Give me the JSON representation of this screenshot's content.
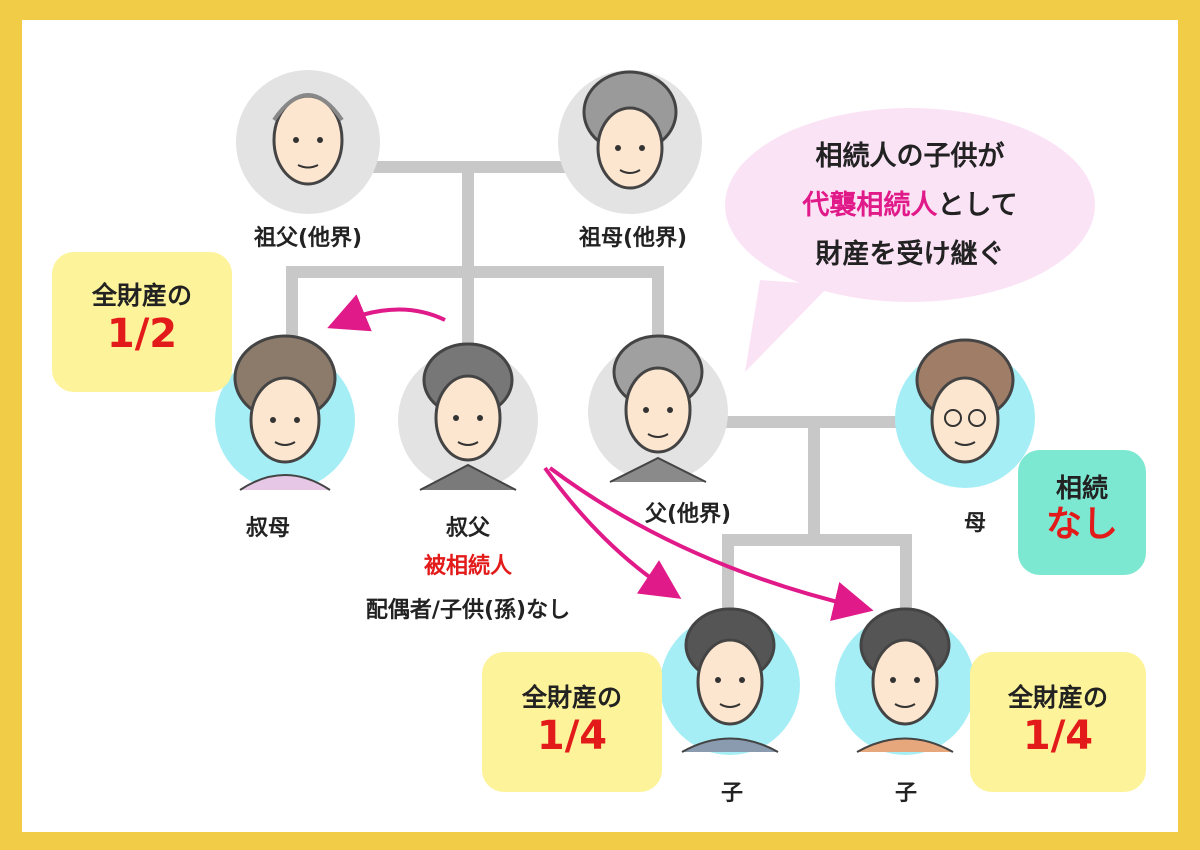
{
  "people": {
    "grandfather": "祖父(他界)",
    "grandmother": "祖母(他界)",
    "aunt": "叔母",
    "uncle": "叔父",
    "uncle_role": "被相続人",
    "uncle_note": "配偶者/子供(孫)なし",
    "father": "父(他界)",
    "mother": "母",
    "child1": "子",
    "child2": "子"
  },
  "shares": {
    "aunt": {
      "line1": "全財産の",
      "line2": "1/2"
    },
    "child1": {
      "line1": "全財産の",
      "line2": "1/4"
    },
    "child2": {
      "line1": "全財産の",
      "line2": "1/4"
    }
  },
  "mother_status": {
    "line1": "相続",
    "line2": "なし"
  },
  "bubble": {
    "line1": "相続人の子供が",
    "line2_highlight": "代襲相続人",
    "line2_rest": "として",
    "line3": "財産を受け継ぐ"
  },
  "colors": {
    "frame": "#f1cd47",
    "share_box": "#fdf39a",
    "status_box": "#7de8d2",
    "bubble": "#fbe3f6",
    "arrow": "#e11a8a",
    "connector": "#c8c8c8",
    "heir_circle": "#a6eef6",
    "other_circle": "#e3e3e3"
  }
}
